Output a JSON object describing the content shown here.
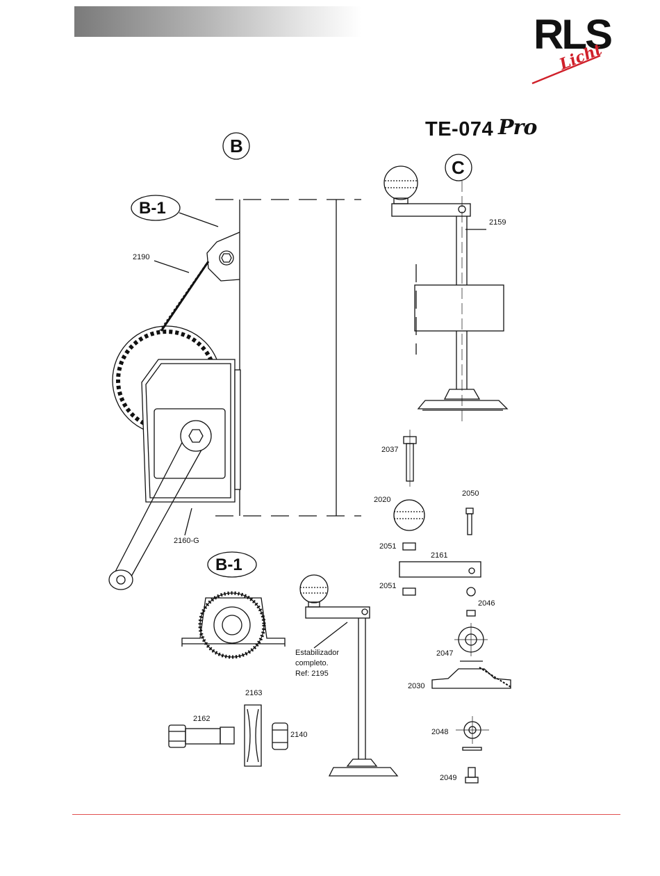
{
  "header": {
    "model_code": "TE-074",
    "model_suffix": "Pro",
    "brand": {
      "name": "RLS",
      "tagline": "Licht",
      "accent_color": "#d0202a"
    }
  },
  "sections": {
    "b": "B",
    "c": "C",
    "b1_top": "B-1",
    "b1_detail": "B-1"
  },
  "parts": {
    "p2190": "2190",
    "p2159": "2159",
    "p2160g": "2160-G",
    "p2037": "2037",
    "p2020": "2020",
    "p2050": "2050",
    "p2051a": "2051",
    "p2161": "2161",
    "p2051b": "2051",
    "p2046": "2046",
    "p2047": "2047",
    "p2030": "2030",
    "p2048": "2048",
    "p2049": "2049",
    "p2163": "2163",
    "p2162": "2162",
    "p2140": "2140"
  },
  "stabilizer_note": {
    "line1": "Estabilizador",
    "line2": "completo.",
    "line3": "Ref: 2195"
  },
  "colors": {
    "footer_rule": "#e05050",
    "line": "#111111"
  }
}
